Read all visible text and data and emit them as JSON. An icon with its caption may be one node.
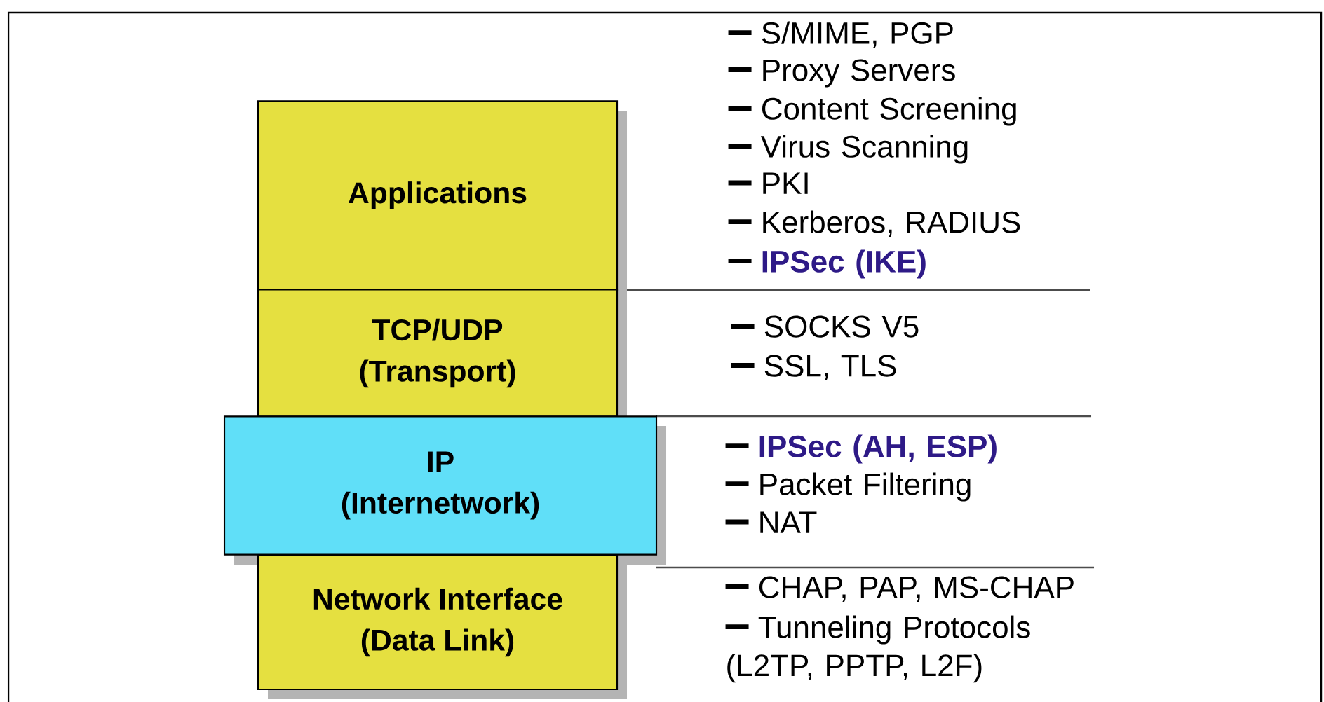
{
  "diagram": {
    "nodes": [
      {
        "text": [
          "Applications"
        ]
      },
      {
        "text": [
          "TCP/UDP",
          "(Transport)"
        ]
      },
      {
        "text": [
          "IP",
          "(Internetwork)"
        ]
      },
      {
        "text": [
          "Network Interface",
          "(Data Link)"
        ]
      }
    ],
    "labels": [
      "S/MIME, PGP",
      "Proxy Servers",
      "Content Screening",
      "Virus Scanning",
      "PKI",
      "Kerberos, RADIUS",
      "IPSec (IKE)",
      "SOCKS V5",
      "SSL, TLS",
      "IPSec (AH, ESP)",
      "Packet Filtering",
      "NAT",
      "CHAP, PAP, MS-CHAP",
      "Tunneling Protocols (L2TP, PPTP, L2F)"
    ]
  }
}
